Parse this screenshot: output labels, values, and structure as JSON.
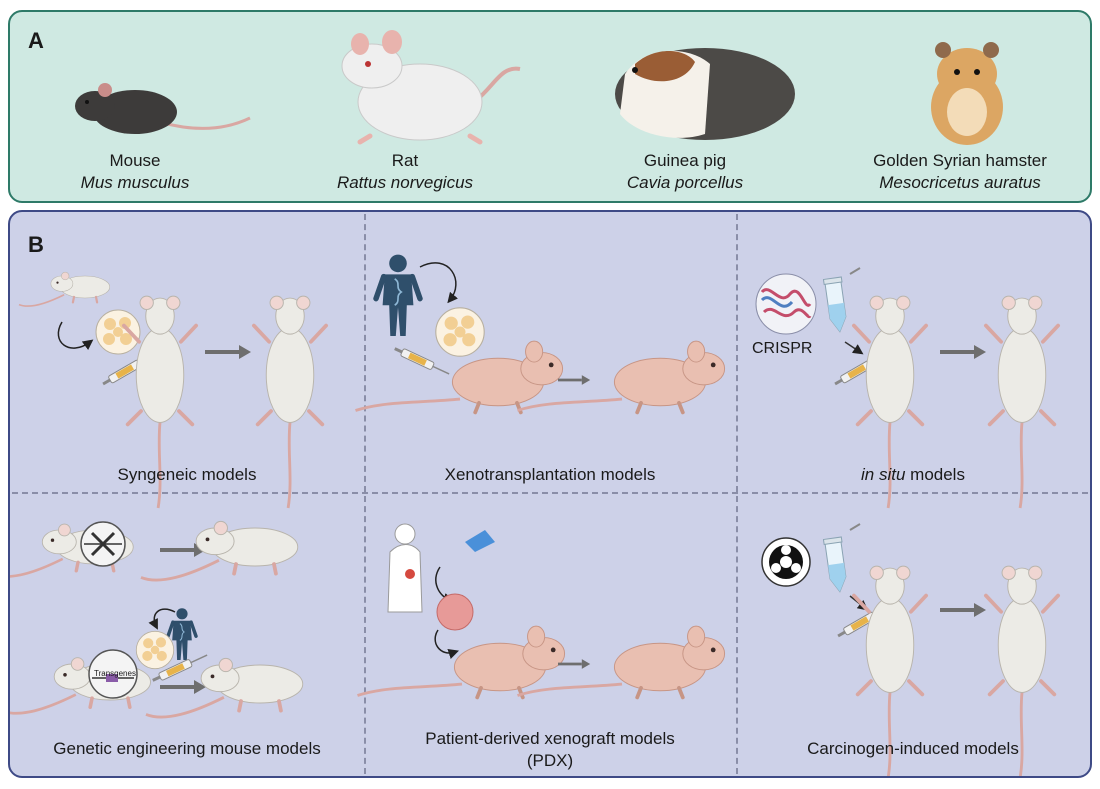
{
  "panel_a": {
    "letter": "A",
    "species": [
      {
        "common": "Mouse",
        "latin": "Mus musculus",
        "icon": "mouse-icon"
      },
      {
        "common": "Rat",
        "latin": "Rattus norvegicus",
        "icon": "rat-icon"
      },
      {
        "common": "Guinea pig",
        "latin": "Cavia porcellus",
        "icon": "guinea-pig-icon"
      },
      {
        "common": "Golden Syrian hamster",
        "latin": "Mesocricetus auratus",
        "icon": "hamster-icon"
      }
    ]
  },
  "panel_b": {
    "letter": "B",
    "cells": {
      "syngeneic": "Syngeneic models",
      "xeno": "Xenotransplantation models",
      "insitu_italic": "in situ",
      "insitu_rest": " models",
      "crispr": "CRISPR",
      "gemm": "Genetic engineering mouse models",
      "transgenes": "Transgenes",
      "pdx_line1": "Patient-derived xenograft models",
      "pdx_line2": "(PDX)",
      "carcinogen": "Carcinogen-induced models"
    }
  },
  "colors": {
    "panel_a_bg": "#cfe9e2",
    "panel_a_border": "#2e7a68",
    "panel_b_bg": "#cdd1e8",
    "panel_b_border": "#3e4a86",
    "mouse_white": "#ecebe6",
    "mouse_tail": "#d9a7a2",
    "nude_mouse": "#e9bfb1",
    "arrow_gray": "#6e6e6e"
  }
}
